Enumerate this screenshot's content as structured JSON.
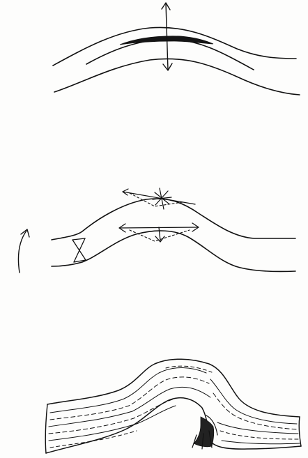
{
  "image": {
    "kind": "hand-drawn ink sketch",
    "text_present": false
  },
  "colors": {
    "paper": "#fdfdfc",
    "ink": "#111111",
    "shadow": "#222222"
  },
  "panels": [
    {
      "name": "panel-bending-stress",
      "icons": [
        "double-headed-arrow-icon",
        "compression-shading-icon"
      ]
    },
    {
      "name": "panel-tension-compression",
      "icons": [
        "rotation-arrow-icon",
        "star-burst-icon",
        "triangle-brace-icon",
        "double-headed-arrow-icon"
      ]
    },
    {
      "name": "panel-wood-grain",
      "icons": [
        "grain-line-icon",
        "knot-shadow-icon"
      ]
    }
  ]
}
